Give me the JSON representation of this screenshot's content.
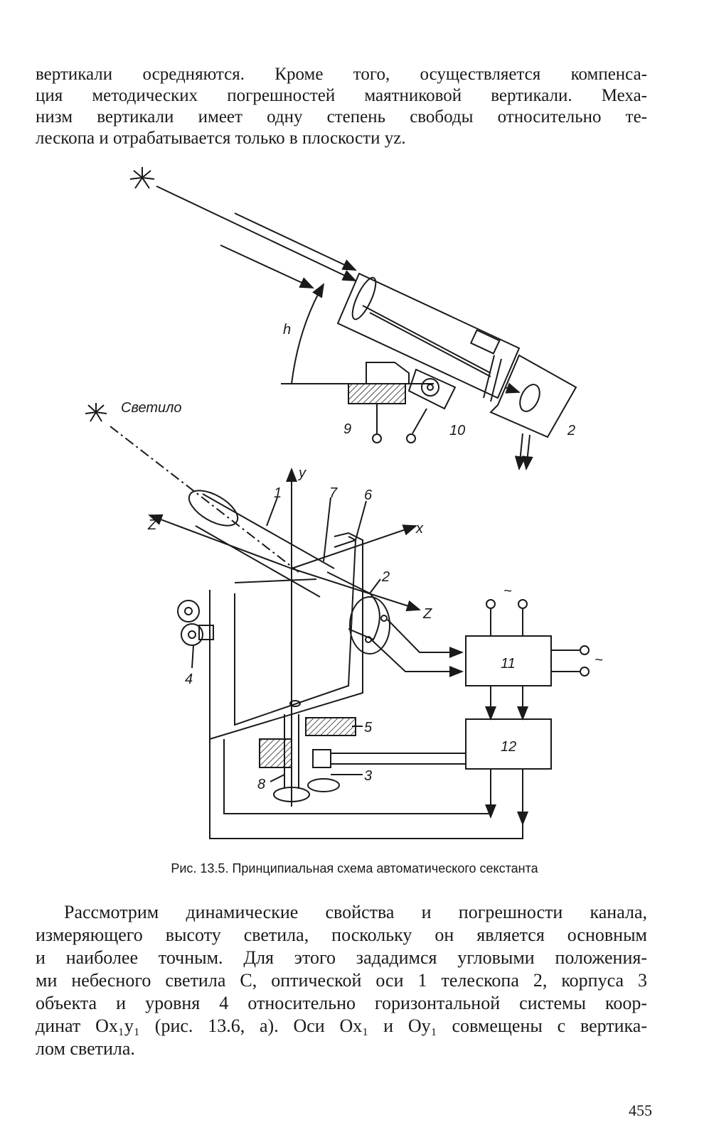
{
  "top_paragraph": {
    "lines": [
      "вертикали осредняются. Кроме того, осуществляется компенса-",
      "ция методических погрешностей маятниковой вертикали. Меха-",
      "низм вертикали имеет одну степень свободы относительно те-",
      "лескопа и отрабатывается только в плоскости yz."
    ]
  },
  "figure": {
    "labels": {
      "h": "h",
      "svetilo": "Светило",
      "n9": "9",
      "n10": "10",
      "n2_top": "2",
      "y": "y",
      "z_prime": "Z'",
      "x": "x",
      "z": "Z",
      "n1": "1",
      "n7": "7",
      "n6": "6",
      "n2": "2",
      "n4": "4",
      "n5": "5",
      "n3": "3",
      "n8": "8",
      "n11": "11",
      "n12": "12",
      "tilde_top": "~",
      "tilde_right": "~"
    }
  },
  "caption": "Рис. 13.5. Принципиальная схема автоматического секстанта",
  "bottom_paragraph": {
    "lines": [
      "Рассмотрим динамические свойства и погрешности канала,",
      "измеряющего высоту светила, поскольку он является основным",
      "и наиболее точным. Для этого зададимся угловыми положения-",
      "ми небесного светила C, оптической оси 1 телескопа 2, корпуса 3",
      "объекта и уровня 4 относительно горизонтальной системы коор-",
      "динат Ox₁y₁ (рис. 13.6, a). Оси Ox₁ и Oy₁ совмещены с вертика-",
      "лом светила."
    ]
  },
  "page_number": "455"
}
